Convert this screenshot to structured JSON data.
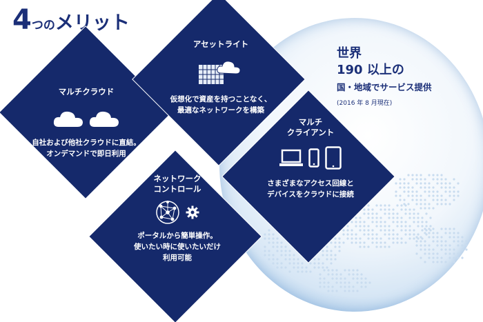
{
  "heading": {
    "number": "4",
    "particle": "つの",
    "word": "メリット"
  },
  "world": {
    "line1": "世界",
    "line2": "190 以上の",
    "line3": "国・地域でサービス提供",
    "note": "(2016 年 8 月現在)"
  },
  "benefits": [
    {
      "title": "マルチクラウド",
      "body": [
        "自社および他社クラウドに直結。",
        "オンデマンドで即日利用"
      ]
    },
    {
      "title": "アセットライト",
      "body": [
        "仮想化で資産を持つことなく、",
        "最適なネットワークを構築"
      ]
    },
    {
      "title": [
        "マルチ",
        "クライアント"
      ],
      "body": [
        "さまざまなアクセス回線と",
        "デバイスをクラウドに接続"
      ]
    },
    {
      "title": [
        "ネットワーク",
        "コントロール"
      ],
      "body": [
        "ポータルから簡単操作。",
        "使いたい時に使いたいだけ",
        "利用可能"
      ]
    }
  ],
  "colors": {
    "navy": "#15296b",
    "title": "#1b2f78",
    "globe": "#7fb0e0"
  },
  "icons": [
    "cloud-icon",
    "server-cloud-icon",
    "laptop-icon",
    "phone-icon",
    "tablet-icon",
    "network-sphere-icon",
    "gear-icon"
  ]
}
